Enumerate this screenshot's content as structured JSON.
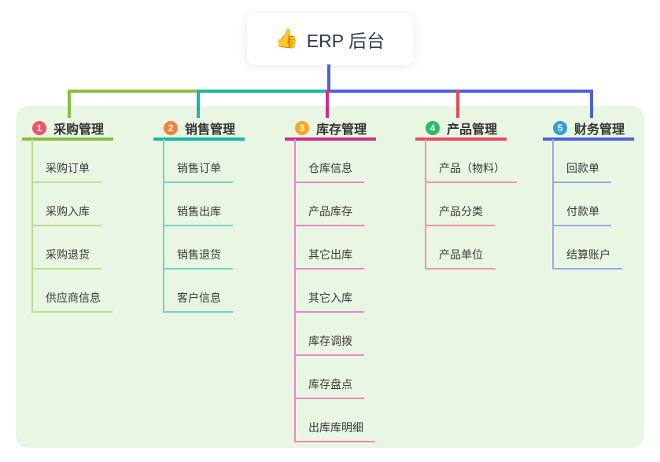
{
  "root": {
    "emoji": "👍",
    "label": "ERP 后台",
    "connector_color": "#4a63d8"
  },
  "panel_color": "#e9f6e3",
  "branches": [
    {
      "num": "1",
      "label": "采购管理",
      "badge_color": "#f4526a",
      "main_color": "#8abe3e",
      "light_color": "#b9dc90",
      "children": [
        "采购订单",
        "采购入库",
        "采购退货",
        "供应商信息"
      ]
    },
    {
      "num": "2",
      "label": "销售管理",
      "badge_color": "#f5823c",
      "main_color": "#14b8a6",
      "light_color": "#73d2c5",
      "children": [
        "销售订单",
        "销售出库",
        "销售退货",
        "客户信息"
      ]
    },
    {
      "num": "3",
      "label": "库存管理",
      "badge_color": "#f6a623",
      "main_color": "#cc2e8e",
      "light_color": "#ef86be",
      "children": [
        "仓库信息",
        "产品库存",
        "其它出库",
        "其它入库",
        "库存调拨",
        "库存盘点",
        "出库库明细"
      ]
    },
    {
      "num": "4",
      "label": "产品管理",
      "badge_color": "#2abd65",
      "main_color": "#f04859",
      "light_color": "#f7929c",
      "children": [
        "产品（物料）",
        "产品分类",
        "产品单位"
      ]
    },
    {
      "num": "5",
      "label": "财务管理",
      "badge_color": "#31a0da",
      "main_color": "#4a63d8",
      "light_color": "#95abe9",
      "children": [
        "回款单",
        "付款单",
        "结算账户"
      ]
    }
  ]
}
